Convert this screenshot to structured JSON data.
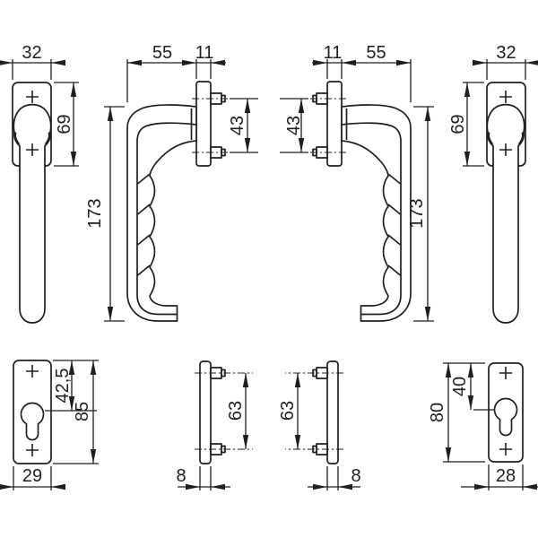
{
  "drawing": {
    "background_color": "#ffffff",
    "line_color": "#1f1f1f",
    "figures": {
      "handle_front_left": {
        "plate_width": "32",
        "plate_height": "69",
        "handle_length": "173"
      },
      "handle_side_left": {
        "grip_depth": "55",
        "plate_thickness": "11",
        "screw_spacing": "43"
      },
      "handle_side_right": {
        "plate_thickness": "11",
        "grip_depth": "55",
        "screw_spacing": "43"
      },
      "handle_front_right": {
        "plate_width": "32",
        "plate_height": "69",
        "handle_length": "173"
      },
      "escutcheon_front_left": {
        "cylinder_offset": "42,5",
        "plate_height": "85",
        "plate_width": "29"
      },
      "escutcheon_side_left": {
        "screw_spacing": "63",
        "plate_thickness": "8"
      },
      "escutcheon_side_right": {
        "screw_spacing": "63",
        "plate_thickness": "8"
      },
      "escutcheon_front_right": {
        "cylinder_offset": "40",
        "plate_height": "80",
        "plate_width": "28"
      }
    }
  }
}
